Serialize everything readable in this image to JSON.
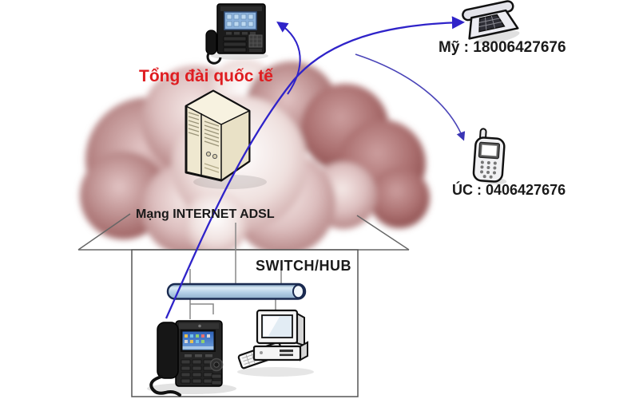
{
  "labels": {
    "pbx": "Tổng đài quốc tế",
    "internet": "Mạng INTERNET ADSL",
    "switch_hub": "SWITCH/HUB",
    "usa": "Mỹ : 18006427676",
    "australia": "ÚC : 0406427676"
  },
  "devices": [
    {
      "name": "ip-phone-top",
      "description": "VoIP desk phone (call destination)"
    },
    {
      "name": "pbx-server",
      "description": "International PBX server inside internet cloud"
    },
    {
      "name": "desk-phone-usa",
      "description": "Analog phone in USA"
    },
    {
      "name": "mobile-phone-australia",
      "description": "Mobile phone in Australia"
    },
    {
      "name": "switch-hub",
      "description": "LAN switch/hub bus"
    },
    {
      "name": "ip-phone-lan",
      "description": "VoIP phone on LAN"
    },
    {
      "name": "desktop-computer",
      "description": "PC on LAN"
    }
  ],
  "colors": {
    "label_red": "#df1d21",
    "arrow_blue": "#2f23c9",
    "arrow_blue_soft": "#4a44b8",
    "cloud_dark": "#9a5c5c",
    "cylinder_fill": "#b7d2e8",
    "text_black": "#1a1a1a"
  }
}
